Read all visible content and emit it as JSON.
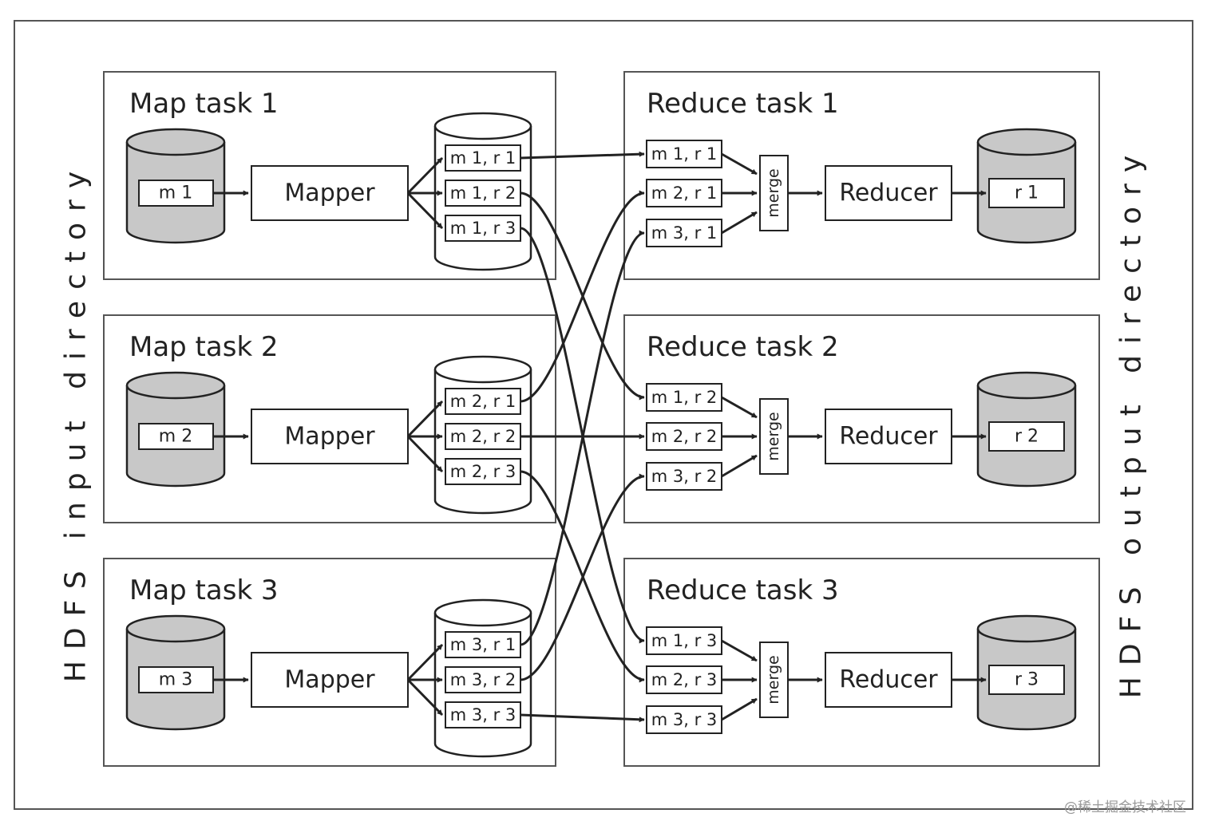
{
  "input_directory_label": "HDFS input directory",
  "output_directory_label": "HDFS output directory",
  "watermark": "@稀土掘金技术社区",
  "map_tasks": [
    {
      "title": "Map task 1",
      "input": "m 1",
      "processor": "Mapper",
      "outputs": [
        "m 1, r 1",
        "m 1, r 2",
        "m 1, r 3"
      ]
    },
    {
      "title": "Map task 2",
      "input": "m 2",
      "processor": "Mapper",
      "outputs": [
        "m 2, r 1",
        "m 2, r 2",
        "m 2, r 3"
      ]
    },
    {
      "title": "Map task 3",
      "input": "m 3",
      "processor": "Mapper",
      "outputs": [
        "m 3, r 1",
        "m 3, r 2",
        "m 3, r 3"
      ]
    }
  ],
  "reduce_tasks": [
    {
      "title": "Reduce task 1",
      "inputs": [
        "m 1, r 1",
        "m 2, r 1",
        "m 3, r 1"
      ],
      "merge": "merge",
      "processor": "Reducer",
      "output": "r 1"
    },
    {
      "title": "Reduce task 2",
      "inputs": [
        "m 1, r 2",
        "m 2, r 2",
        "m 3, r 2"
      ],
      "merge": "merge",
      "processor": "Reducer",
      "output": "r 2"
    },
    {
      "title": "Reduce task 3",
      "inputs": [
        "m 1, r 3",
        "m 2, r 3",
        "m 3, r 3"
      ],
      "merge": "merge",
      "processor": "Reducer",
      "output": "r 3"
    }
  ],
  "colors": {
    "cylinder_fill": "#c8c8c8",
    "stroke": "#222222",
    "box_fill": "#ffffff"
  }
}
